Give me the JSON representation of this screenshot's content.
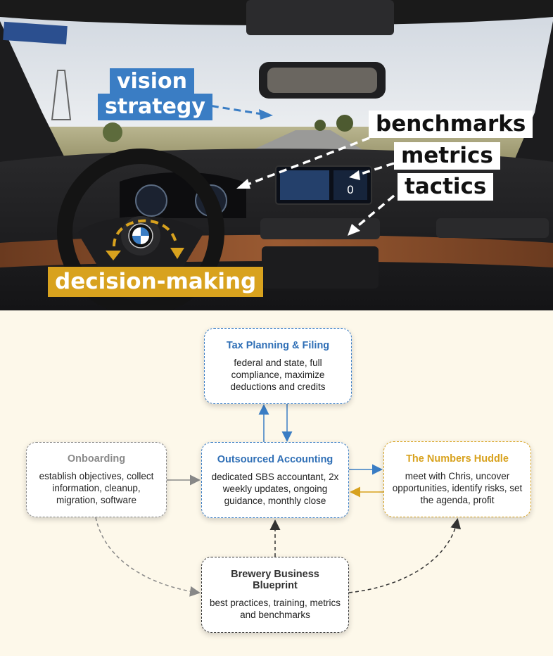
{
  "photo": {
    "labels": {
      "vision": "vision",
      "strategy": "strategy",
      "benchmarks": "benchmarks",
      "metrics": "metrics",
      "tactics": "tactics",
      "decision": "decision-making"
    },
    "screen_digit": "0",
    "colors": {
      "blue": "#3a7dc4",
      "gold": "#d8a21e",
      "white": "#ffffff"
    }
  },
  "diagram": {
    "nodes": {
      "tax": {
        "title": "Tax Planning & Filing",
        "body": "federal and state, full compliance, maximize deductions and credits"
      },
      "onboarding": {
        "title": "Onboarding",
        "body": "establish objectives, collect information, cleanup, migration, software"
      },
      "outsourced": {
        "title": "Outsourced Accounting",
        "body": "dedicated SBS accountant, 2x weekly updates, ongoing guidance, monthly close"
      },
      "numbers": {
        "title": "The Numbers Huddle",
        "body": "meet with Chris, uncover opportunities, identify risks, set the agenda, profit"
      },
      "blueprint": {
        "title": "Brewery Business Blueprint",
        "body": "best practices, training, metrics and benchmarks"
      }
    },
    "colors": {
      "background": "#fdf8ea",
      "blue": "#3a7dc4",
      "gold": "#d8a21e",
      "gray": "#888888",
      "dark": "#333333"
    }
  }
}
